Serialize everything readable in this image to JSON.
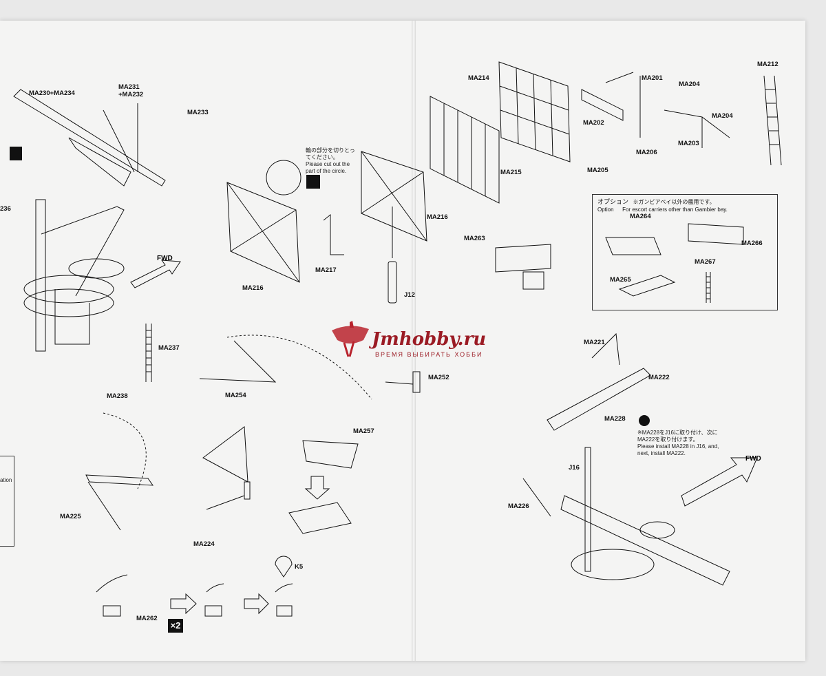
{
  "parts": {
    "ma230_234": "MA230+MA234",
    "ma231_232_line1": "MA231",
    "ma231_232_line2": "+MA232",
    "ma233": "MA233",
    "ma236": "236",
    "ma237": "MA237",
    "ma238": "MA238",
    "ma216_left": "MA216",
    "ma217": "MA217",
    "ma216_right": "MA216",
    "ma214": "MA214",
    "ma215": "MA215",
    "j12": "J12",
    "ma263": "MA263",
    "ma201": "MA201",
    "ma204_a": "MA204",
    "ma204_b": "MA204",
    "ma202": "MA202",
    "ma203": "MA203",
    "ma206": "MA206",
    "ma205": "MA205",
    "ma212": "MA212",
    "ma264": "MA264",
    "ma266": "MA266",
    "ma267": "MA267",
    "ma265": "MA265",
    "ma254": "MA254",
    "ma252": "MA252",
    "ma221": "MA221",
    "ma222": "MA222",
    "ma228": "MA228",
    "j16": "J16",
    "ma226": "MA226",
    "ma225": "MA225",
    "ma224": "MA224",
    "ma257": "MA257",
    "k5": "K5",
    "ma262": "MA262"
  },
  "labels": {
    "fwd_left": "FWD",
    "fwd_right": "FWD",
    "times_two": "×2",
    "left_edge_text": "ation"
  },
  "notes": {
    "cut_circle_jp_1": "輪の部分を切りとっ",
    "cut_circle_jp_2": "てください。",
    "cut_circle_en_1": "Please cut out the",
    "cut_circle_en_2": "part of the circle.",
    "install_jp_1": "※MA228をJ16に取り付け、次に",
    "install_jp_2": "MA222を取り付けます。",
    "install_en_1": "Please install MA228 in J16, and,",
    "install_en_2": "next, install MA222."
  },
  "option": {
    "title_jp": "オプション",
    "title_en": "Option",
    "note_jp": "※ガンビアベイ以外の艦用です。",
    "note_en": "For escort carriers other than Gambier bay."
  },
  "watermark": {
    "brand": "Jmhobby.ru",
    "tagline": "ВРЕМЯ ВЫБИРАТЬ ХОББИ"
  },
  "colors": {
    "ink": "#111111",
    "paper": "#f4f4f3",
    "brand": "#9b1b24"
  }
}
